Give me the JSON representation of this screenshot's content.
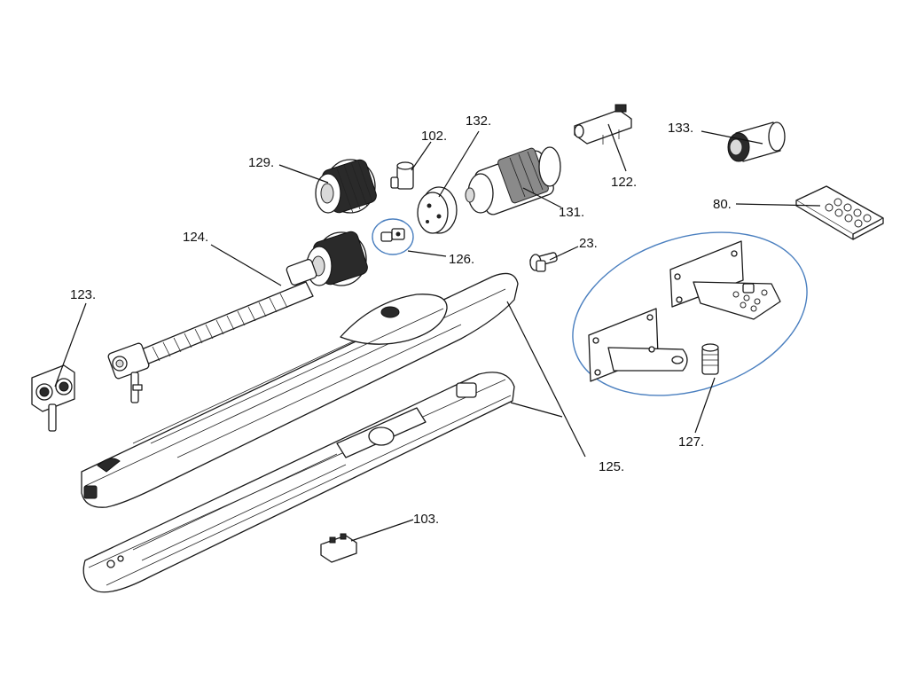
{
  "callouts": [
    {
      "id": "102",
      "text": "102."
    },
    {
      "id": "132",
      "text": "132."
    },
    {
      "id": "129",
      "text": "129."
    },
    {
      "id": "122",
      "text": "122."
    },
    {
      "id": "133",
      "text": "133."
    },
    {
      "id": "131",
      "text": "131."
    },
    {
      "id": "80",
      "text": "80."
    },
    {
      "id": "124",
      "text": "124."
    },
    {
      "id": "23",
      "text": "23."
    },
    {
      "id": "126",
      "text": "126."
    },
    {
      "id": "123",
      "text": "123."
    },
    {
      "id": "127",
      "text": "127."
    },
    {
      "id": "125",
      "text": "125."
    },
    {
      "id": "103",
      "text": "103."
    }
  ],
  "colors": {
    "highlight_ellipse": "#4a7fbf",
    "line": "#111111"
  }
}
